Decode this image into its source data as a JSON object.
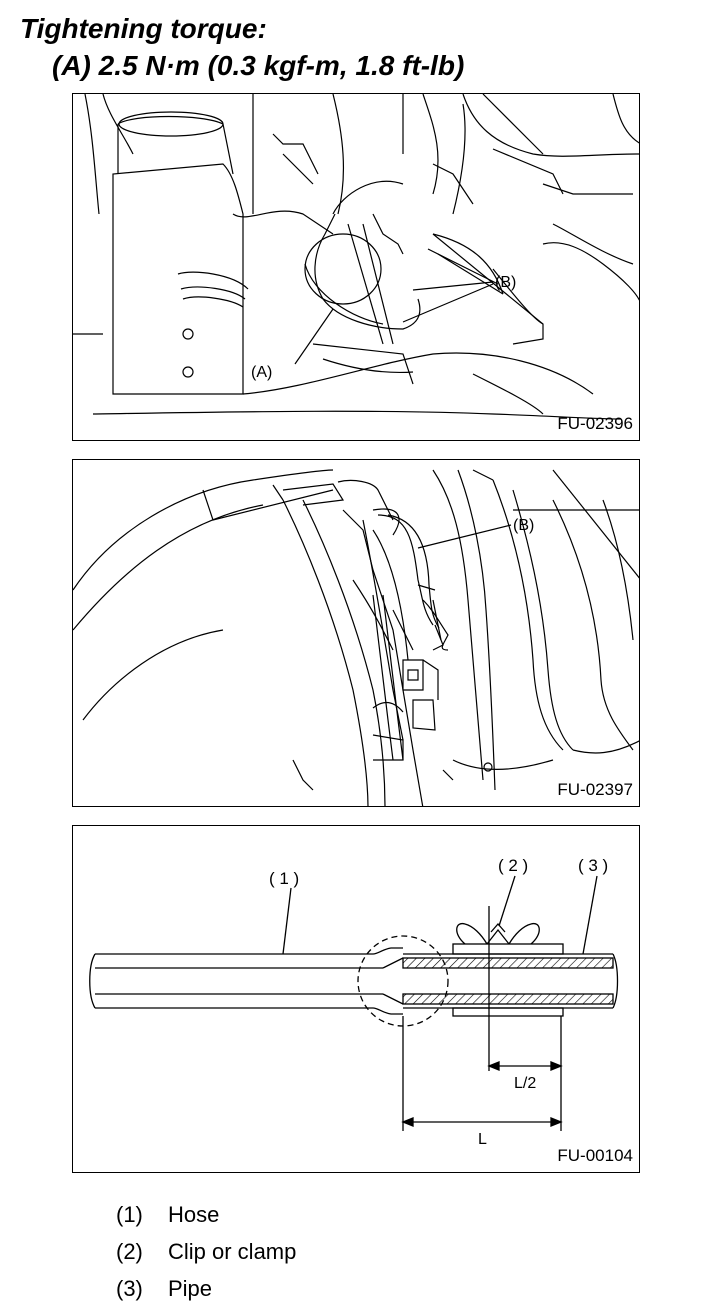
{
  "heading": {
    "line1": "Tightening torque:",
    "line2": "(A) 2.5 N·m (0.3 kgf-m, 1.8 ft-lb)"
  },
  "figures": [
    {
      "code": "FU-02396",
      "labels": {
        "a": "(A)",
        "b": "(B)"
      }
    },
    {
      "code": "FU-02397",
      "labels": {
        "b": "(B)"
      }
    },
    {
      "code": "FU-00104",
      "labels": {
        "n1": "( 1 )",
        "n2": "( 2 )",
        "n3": "( 3 )",
        "half": "L/2",
        "full": "L"
      }
    }
  ],
  "legend": [
    {
      "num": "(1)",
      "text": "Hose"
    },
    {
      "num": "(2)",
      "text": "Clip or clamp"
    },
    {
      "num": "(3)",
      "text": "Pipe"
    }
  ]
}
